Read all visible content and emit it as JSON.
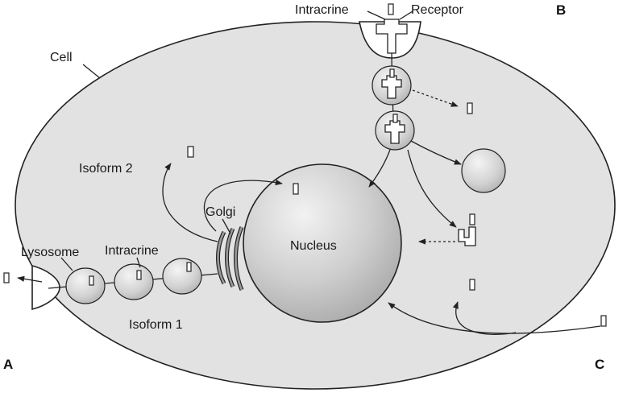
{
  "labels": {
    "cell": "Cell",
    "intracrine_top": "Intracrine",
    "receptor": "Receptor",
    "isoform2": "Isoform 2",
    "golgi": "Golgi",
    "nucleus": "Nucleus",
    "lysosome": "Lysosome",
    "intracrine_left": "Intracrine",
    "isoform1": "Isoform 1"
  },
  "corners": {
    "a": "A",
    "b": "B",
    "c": "C"
  },
  "colors": {
    "cell_fill": "#e2e2e2",
    "outline": "#222222"
  }
}
